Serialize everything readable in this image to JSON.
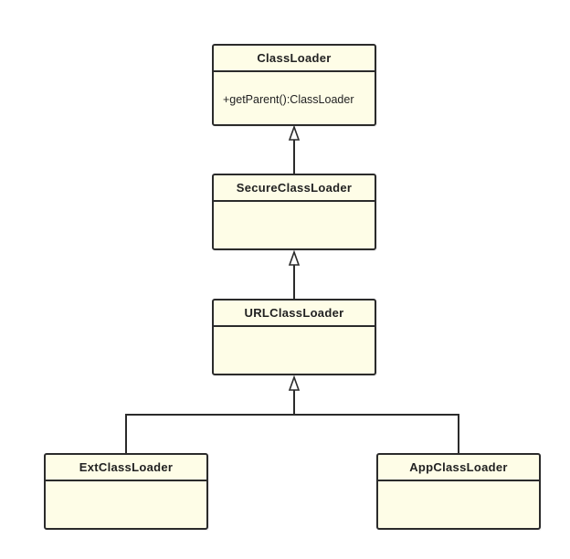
{
  "colors": {
    "box_fill": "#fefde7",
    "box_border": "#2b2b2b",
    "connector": "#2b2b2b",
    "arrowhead_fill": "#ffffff"
  },
  "classes": {
    "class_loader": {
      "name": "ClassLoader",
      "methods": [
        "+getParent():ClassLoader"
      ]
    },
    "secure_class_loader": {
      "name": "SecureClassLoader",
      "methods": []
    },
    "url_class_loader": {
      "name": "URLClassLoader",
      "methods": []
    },
    "ext_class_loader": {
      "name": "ExtClassLoader",
      "methods": []
    },
    "app_class_loader": {
      "name": "AppClassLoader",
      "methods": []
    }
  },
  "relationships": [
    {
      "type": "inheritance",
      "child": "secure_class_loader",
      "parent": "class_loader"
    },
    {
      "type": "inheritance",
      "child": "url_class_loader",
      "parent": "secure_class_loader"
    },
    {
      "type": "inheritance",
      "child": "ext_class_loader",
      "parent": "url_class_loader"
    },
    {
      "type": "inheritance",
      "child": "app_class_loader",
      "parent": "url_class_loader"
    }
  ]
}
